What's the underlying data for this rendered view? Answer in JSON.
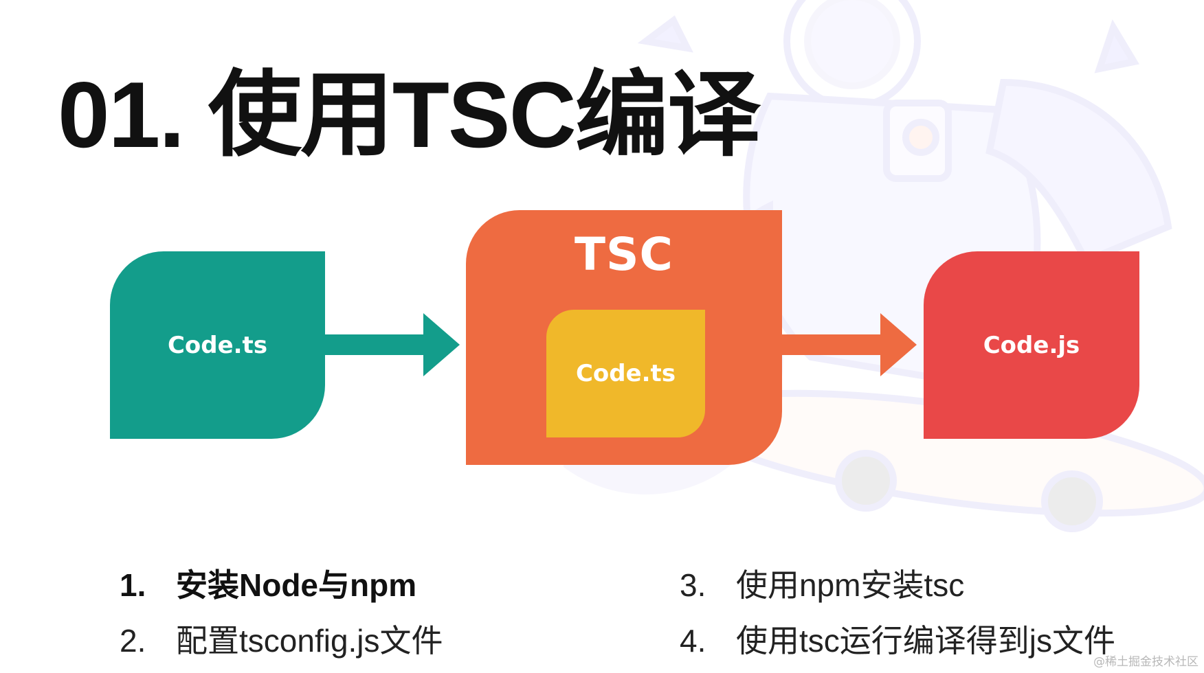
{
  "slide": {
    "title": "01. 使用TSC编译",
    "diagram": {
      "input_label": "Code.ts",
      "compiler_label": "TSC",
      "inner_label": "Code.ts",
      "output_label": "Code.js"
    },
    "steps": [
      {
        "num": "1.",
        "text": "安装Node与npm"
      },
      {
        "num": "2.",
        "text": "配置tsconfig.js文件"
      },
      {
        "num": "3.",
        "text": "使用npm安装tsc"
      },
      {
        "num": "4.",
        "text": "使用tsc运行编译得到js文件"
      }
    ],
    "watermark": "@稀土掘金技术社区"
  },
  "colors": {
    "input": "#139d8b",
    "compiler": "#ee6b41",
    "inner": "#f0b82a",
    "output": "#e94848"
  }
}
